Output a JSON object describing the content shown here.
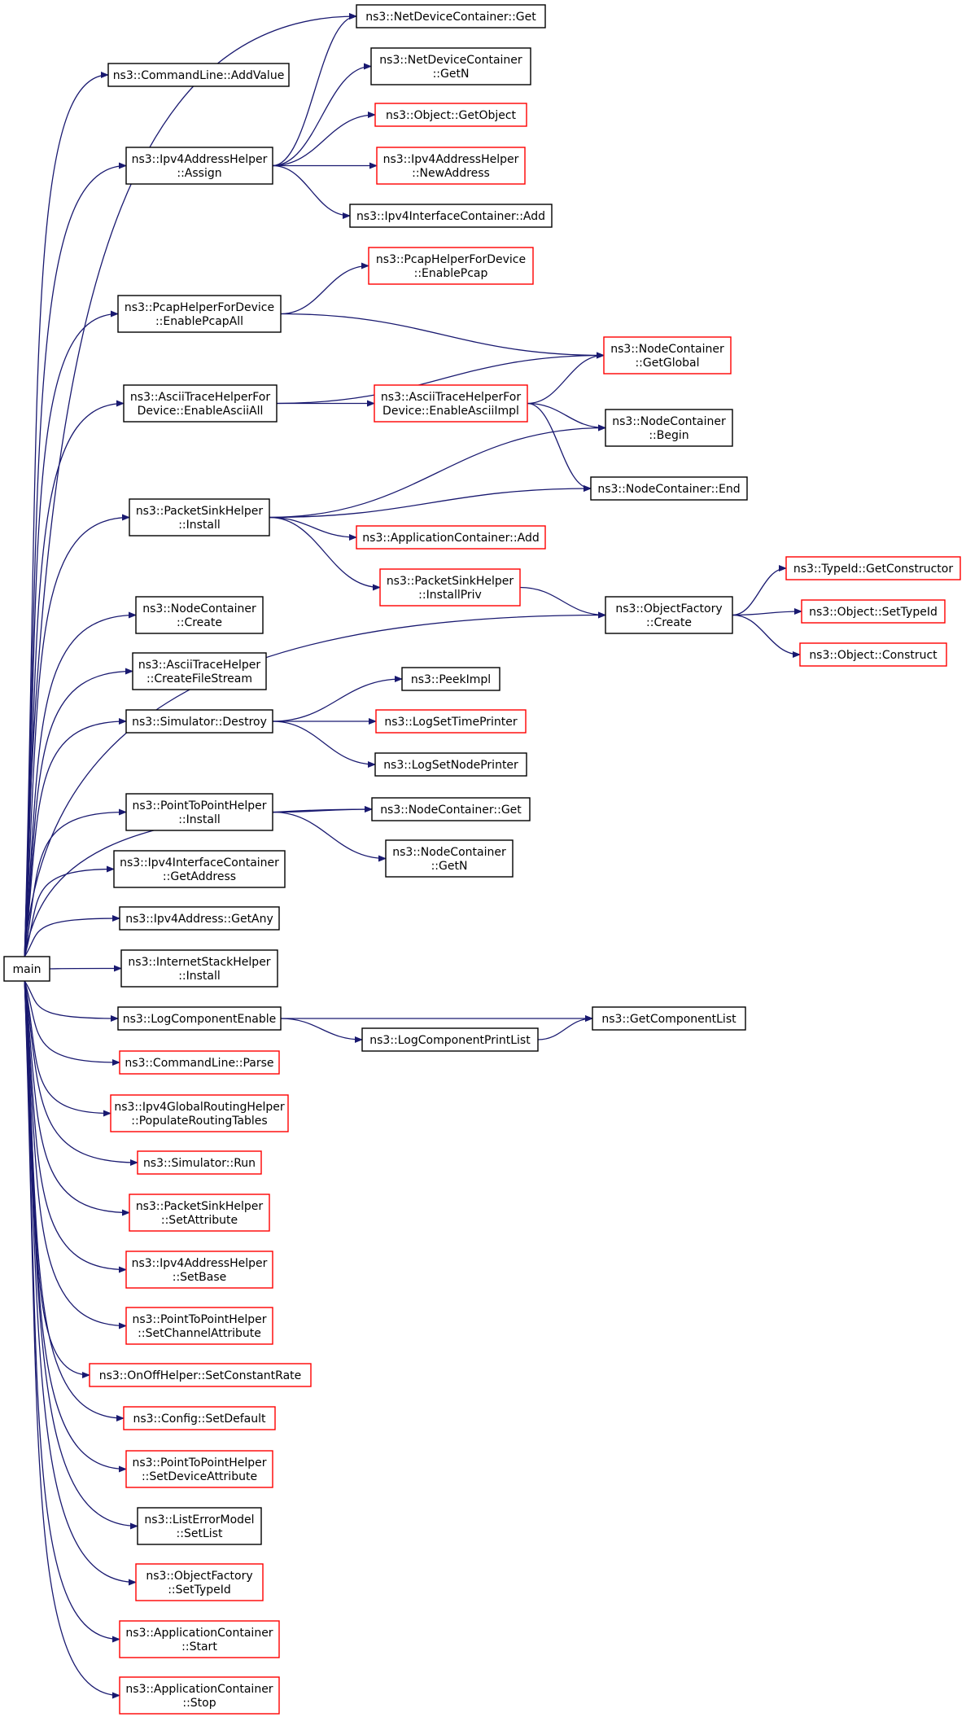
{
  "colors": {
    "edge": "#191970",
    "documented_border": "#000000",
    "undocumented_border": "#ff0000",
    "root_fill": "#bfbfbf"
  },
  "nodes": {
    "main": {
      "lines": [
        "main"
      ],
      "status": "root"
    },
    "cmd_addvalue": {
      "lines": [
        "ns3::CommandLine::AddValue"
      ],
      "status": "documented"
    },
    "ipv4addr_assign": {
      "lines": [
        "ns3::Ipv4AddressHelper",
        "::Assign"
      ],
      "status": "documented"
    },
    "pcap_enableall": {
      "lines": [
        "ns3::PcapHelperForDevice",
        "::EnablePcapAll"
      ],
      "status": "documented"
    },
    "ascii_enableall": {
      "lines": [
        "ns3::AsciiTraceHelperFor",
        "Device::EnableAsciiAll"
      ],
      "status": "documented"
    },
    "pktsink_install": {
      "lines": [
        "ns3::PacketSinkHelper",
        "::Install"
      ],
      "status": "documented"
    },
    "nodecont_create": {
      "lines": [
        "ns3::NodeContainer",
        "::Create"
      ],
      "status": "documented"
    },
    "ascii_createfilestream": {
      "lines": [
        "ns3::AsciiTraceHelper",
        "::CreateFileStream"
      ],
      "status": "documented"
    },
    "sim_destroy": {
      "lines": [
        "ns3::Simulator::Destroy"
      ],
      "status": "documented"
    },
    "p2p_install": {
      "lines": [
        "ns3::PointToPointHelper",
        "::Install"
      ],
      "status": "documented"
    },
    "ipv4if_getaddress": {
      "lines": [
        "ns3::Ipv4InterfaceContainer",
        "::GetAddress"
      ],
      "status": "documented"
    },
    "ipv4addr_getany": {
      "lines": [
        "ns3::Ipv4Address::GetAny"
      ],
      "status": "documented"
    },
    "inetstack_install": {
      "lines": [
        "ns3::InternetStackHelper",
        "::Install"
      ],
      "status": "documented"
    },
    "logcomp_enable": {
      "lines": [
        "ns3::LogComponentEnable"
      ],
      "status": "documented"
    },
    "cmd_parse": {
      "lines": [
        "ns3::CommandLine::Parse"
      ],
      "status": "undocumented"
    },
    "ipv4global_populate": {
      "lines": [
        "ns3::Ipv4GlobalRoutingHelper",
        "::PopulateRoutingTables"
      ],
      "status": "undocumented"
    },
    "sim_run": {
      "lines": [
        "ns3::Simulator::Run"
      ],
      "status": "undocumented"
    },
    "pktsink_setattr": {
      "lines": [
        "ns3::PacketSinkHelper",
        "::SetAttribute"
      ],
      "status": "undocumented"
    },
    "ipv4addr_setbase": {
      "lines": [
        "ns3::Ipv4AddressHelper",
        "::SetBase"
      ],
      "status": "undocumented"
    },
    "p2p_setchannelattr": {
      "lines": [
        "ns3::PointToPointHelper",
        "::SetChannelAttribute"
      ],
      "status": "undocumented"
    },
    "onoff_setconstrate": {
      "lines": [
        "ns3::OnOffHelper::SetConstantRate"
      ],
      "status": "undocumented"
    },
    "config_setdefault": {
      "lines": [
        "ns3::Config::SetDefault"
      ],
      "status": "undocumented"
    },
    "p2p_setdeviceattr": {
      "lines": [
        "ns3::PointToPointHelper",
        "::SetDeviceAttribute"
      ],
      "status": "undocumented"
    },
    "listerr_setlist": {
      "lines": [
        "ns3::ListErrorModel",
        "::SetList"
      ],
      "status": "documented"
    },
    "objfact_settypeid": {
      "lines": [
        "ns3::ObjectFactory",
        "::SetTypeId"
      ],
      "status": "undocumented"
    },
    "appcont_start": {
      "lines": [
        "ns3::ApplicationContainer",
        "::Start"
      ],
      "status": "undocumented"
    },
    "appcont_stop": {
      "lines": [
        "ns3::ApplicationContainer",
        "::Stop"
      ],
      "status": "undocumented"
    },
    "netdevcont_get": {
      "lines": [
        "ns3::NetDeviceContainer::Get"
      ],
      "status": "documented"
    },
    "netdevcont_getn": {
      "lines": [
        "ns3::NetDeviceContainer",
        "::GetN"
      ],
      "status": "documented"
    },
    "object_getobject": {
      "lines": [
        "ns3::Object::GetObject"
      ],
      "status": "undocumented"
    },
    "ipv4addr_newaddress": {
      "lines": [
        "ns3::Ipv4AddressHelper",
        "::NewAddress"
      ],
      "status": "undocumented"
    },
    "ipv4if_add": {
      "lines": [
        "ns3::Ipv4InterfaceContainer::Add"
      ],
      "status": "documented"
    },
    "pcap_enablepcap": {
      "lines": [
        "ns3::PcapHelperForDevice",
        "::EnablePcap"
      ],
      "status": "undocumented"
    },
    "ascii_enableasciiimpl": {
      "lines": [
        "ns3::AsciiTraceHelperFor",
        "Device::EnableAsciiImpl"
      ],
      "status": "undocumented"
    },
    "appcont_add": {
      "lines": [
        "ns3::ApplicationContainer::Add"
      ],
      "status": "undocumented"
    },
    "pktsink_installpriv": {
      "lines": [
        "ns3::PacketSinkHelper",
        "::InstallPriv"
      ],
      "status": "undocumented"
    },
    "peekimpl": {
      "lines": [
        "ns3::PeekImpl"
      ],
      "status": "documented"
    },
    "logsettimeprinter": {
      "lines": [
        "ns3::LogSetTimePrinter"
      ],
      "status": "undocumented"
    },
    "logsetnodeprinter": {
      "lines": [
        "ns3::LogSetNodePrinter"
      ],
      "status": "documented"
    },
    "nodecont_get": {
      "lines": [
        "ns3::NodeContainer::Get"
      ],
      "status": "documented"
    },
    "nodecont_getn": {
      "lines": [
        "ns3::NodeContainer",
        "::GetN"
      ],
      "status": "documented"
    },
    "logcomp_printlist": {
      "lines": [
        "ns3::LogComponentPrintList"
      ],
      "status": "documented"
    },
    "nodecont_getglobal": {
      "lines": [
        "ns3::NodeContainer",
        "::GetGlobal"
      ],
      "status": "undocumented"
    },
    "nodecont_begin": {
      "lines": [
        "ns3::NodeContainer",
        "::Begin"
      ],
      "status": "documented"
    },
    "nodecont_end": {
      "lines": [
        "ns3::NodeContainer::End"
      ],
      "status": "documented"
    },
    "objfact_create": {
      "lines": [
        "ns3::ObjectFactory",
        "::Create"
      ],
      "status": "documented"
    },
    "getcomponentlist": {
      "lines": [
        "ns3::GetComponentList"
      ],
      "status": "documented"
    },
    "typeid_getconstructor": {
      "lines": [
        "ns3::TypeId::GetConstructor"
      ],
      "status": "undocumented"
    },
    "object_settypeid": {
      "lines": [
        "ns3::Object::SetTypeId"
      ],
      "status": "undocumented"
    },
    "object_construct": {
      "lines": [
        "ns3::Object::Construct"
      ],
      "status": "undocumented"
    }
  },
  "edges": [
    [
      "main",
      "cmd_addvalue"
    ],
    [
      "main",
      "ipv4addr_assign"
    ],
    [
      "main",
      "pcap_enableall"
    ],
    [
      "main",
      "ascii_enableall"
    ],
    [
      "main",
      "pktsink_install"
    ],
    [
      "main",
      "objfact_create"
    ],
    [
      "main",
      "nodecont_create"
    ],
    [
      "main",
      "ascii_createfilestream"
    ],
    [
      "main",
      "sim_destroy"
    ],
    [
      "main",
      "nodecont_get"
    ],
    [
      "main",
      "p2p_install"
    ],
    [
      "main",
      "ipv4if_getaddress"
    ],
    [
      "main",
      "ipv4addr_getany"
    ],
    [
      "main",
      "inetstack_install"
    ],
    [
      "main",
      "logcomp_enable"
    ],
    [
      "main",
      "cmd_parse"
    ],
    [
      "main",
      "ipv4global_populate"
    ],
    [
      "main",
      "sim_run"
    ],
    [
      "main",
      "pktsink_setattr"
    ],
    [
      "main",
      "ipv4addr_setbase"
    ],
    [
      "main",
      "p2p_setchannelattr"
    ],
    [
      "main",
      "onoff_setconstrate"
    ],
    [
      "main",
      "config_setdefault"
    ],
    [
      "main",
      "p2p_setdeviceattr"
    ],
    [
      "main",
      "listerr_setlist"
    ],
    [
      "main",
      "objfact_settypeid"
    ],
    [
      "main",
      "appcont_start"
    ],
    [
      "main",
      "appcont_stop"
    ],
    [
      "main",
      "netdevcont_get"
    ],
    [
      "ipv4addr_assign",
      "netdevcont_get"
    ],
    [
      "ipv4addr_assign",
      "netdevcont_getn"
    ],
    [
      "ipv4addr_assign",
      "object_getobject"
    ],
    [
      "ipv4addr_assign",
      "ipv4addr_newaddress"
    ],
    [
      "ipv4addr_assign",
      "ipv4if_add"
    ],
    [
      "pcap_enableall",
      "pcap_enablepcap"
    ],
    [
      "pcap_enableall",
      "nodecont_getglobal"
    ],
    [
      "ascii_enableall",
      "nodecont_getglobal"
    ],
    [
      "ascii_enableall",
      "ascii_enableasciiimpl"
    ],
    [
      "ascii_enableasciiimpl",
      "nodecont_getglobal"
    ],
    [
      "ascii_enableasciiimpl",
      "nodecont_begin"
    ],
    [
      "ascii_enableasciiimpl",
      "nodecont_end"
    ],
    [
      "pktsink_install",
      "nodecont_begin"
    ],
    [
      "pktsink_install",
      "nodecont_end"
    ],
    [
      "pktsink_install",
      "appcont_add"
    ],
    [
      "pktsink_install",
      "pktsink_installpriv"
    ],
    [
      "pktsink_installpriv",
      "objfact_create"
    ],
    [
      "objfact_create",
      "typeid_getconstructor"
    ],
    [
      "objfact_create",
      "object_settypeid"
    ],
    [
      "objfact_create",
      "object_construct"
    ],
    [
      "sim_destroy",
      "peekimpl"
    ],
    [
      "sim_destroy",
      "logsettimeprinter"
    ],
    [
      "sim_destroy",
      "logsetnodeprinter"
    ],
    [
      "p2p_install",
      "nodecont_get"
    ],
    [
      "p2p_install",
      "nodecont_getn"
    ],
    [
      "logcomp_enable",
      "getcomponentlist"
    ],
    [
      "logcomp_enable",
      "logcomp_printlist"
    ],
    [
      "logcomp_printlist",
      "getcomponentlist"
    ]
  ]
}
